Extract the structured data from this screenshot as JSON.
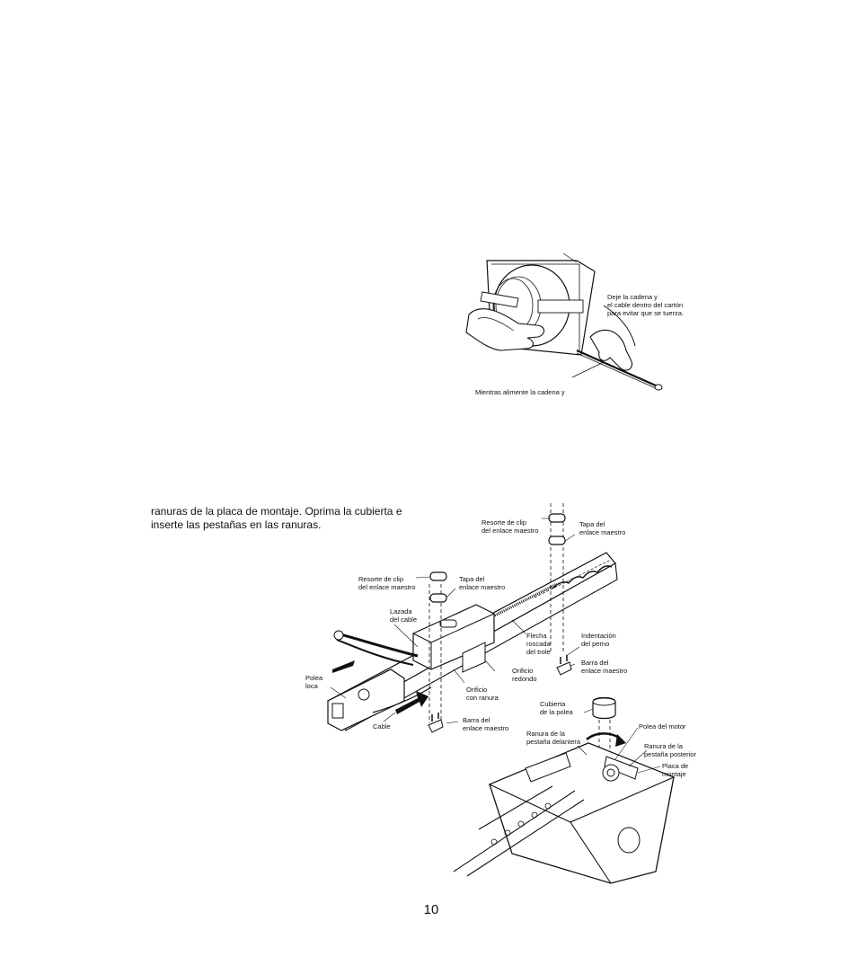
{
  "intro": {
    "line1": "ranuras de la placa de montaje. Oprima la cubierta e",
    "line2": "inserte las pestañas en las ranuras."
  },
  "figure_top": {
    "label_right": [
      "Deje la cadena y",
      "el cable dentro del cartón",
      "para evitar que se tuerza."
    ],
    "label_bottom": "Mientras alimente la cadena y"
  },
  "figure_bottom": {
    "labels": {
      "spring_clip_right": [
        "Resorte de clip",
        "del enlace maestro"
      ],
      "cap_right": [
        "Tapa del",
        "enlace maestro"
      ],
      "spring_clip_left": [
        "Resorte de clip",
        "del enlace maestro"
      ],
      "cap_left": [
        "Tapa del",
        "enlace maestro"
      ],
      "cable_loop": [
        "Lazada",
        "del cable"
      ],
      "threaded_shaft": [
        "Flecha",
        "roscada",
        "del trole"
      ],
      "pin_indent": [
        "Indentación",
        "del perno"
      ],
      "bar_right": [
        "Barra del",
        "enlace maestro"
      ],
      "round_hole": [
        "Orificio",
        "redondo"
      ],
      "idler_pulley": [
        "Polea",
        "loca"
      ],
      "slotted_hole": [
        "Orificio",
        "con ranura"
      ],
      "pulley_cover": [
        "Cubierta",
        "de la polea"
      ],
      "cable": "Cable",
      "bar_left": [
        "Barra del",
        "enlace maestro"
      ],
      "front_tab_slot": [
        "Ranura de la",
        "pestaña delantera"
      ],
      "motor_pulley": "Polea del motor",
      "rear_tab_slot": [
        "Ranura de la",
        "pestaña posterior"
      ],
      "mounting_plate": [
        "Placa de",
        "montaje"
      ]
    }
  },
  "page_number": "10"
}
